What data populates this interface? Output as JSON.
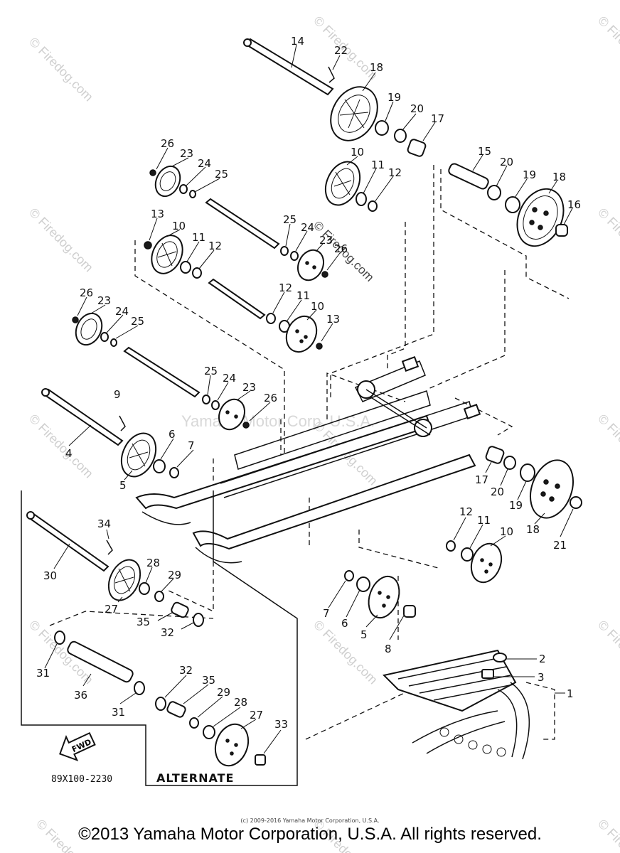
{
  "watermark": {
    "brand": "© Firedog.com",
    "center": "Yamaha Motor Corp. U.S.A."
  },
  "diagram": {
    "drawing_code": "89X100-2230",
    "alternate_label": "ALTERNATE",
    "fwd_label": "FWD",
    "callouts": [
      {
        "id": "c14",
        "text": "14"
      },
      {
        "id": "c22",
        "text": "22"
      },
      {
        "id": "c18a",
        "text": "18"
      },
      {
        "id": "c19a",
        "text": "19"
      },
      {
        "id": "c20a",
        "text": "20"
      },
      {
        "id": "c17a",
        "text": "17"
      },
      {
        "id": "c15",
        "text": "15"
      },
      {
        "id": "c20b",
        "text": "20"
      },
      {
        "id": "c19b",
        "text": "19"
      },
      {
        "id": "c18b",
        "text": "18"
      },
      {
        "id": "c16",
        "text": "16"
      },
      {
        "id": "c26a",
        "text": "26"
      },
      {
        "id": "c23a",
        "text": "23"
      },
      {
        "id": "c24a",
        "text": "24"
      },
      {
        "id": "c25a",
        "text": "25"
      },
      {
        "id": "c10a",
        "text": "10"
      },
      {
        "id": "c11a",
        "text": "11"
      },
      {
        "id": "c12a",
        "text": "12"
      },
      {
        "id": "c13a",
        "text": "13"
      },
      {
        "id": "c10b",
        "text": "10"
      },
      {
        "id": "c11b",
        "text": "11"
      },
      {
        "id": "c12b",
        "text": "12"
      },
      {
        "id": "c25b",
        "text": "25"
      },
      {
        "id": "c24b",
        "text": "24"
      },
      {
        "id": "c23b",
        "text": "23"
      },
      {
        "id": "c26b",
        "text": "26"
      },
      {
        "id": "c12c",
        "text": "12"
      },
      {
        "id": "c11c",
        "text": "11"
      },
      {
        "id": "c10c",
        "text": "10"
      },
      {
        "id": "c13b",
        "text": "13"
      },
      {
        "id": "c26c",
        "text": "26"
      },
      {
        "id": "c23c",
        "text": "23"
      },
      {
        "id": "c24c",
        "text": "24"
      },
      {
        "id": "c25c",
        "text": "25"
      },
      {
        "id": "c25d",
        "text": "25"
      },
      {
        "id": "c24d",
        "text": "24"
      },
      {
        "id": "c23d",
        "text": "23"
      },
      {
        "id": "c26d",
        "text": "26"
      },
      {
        "id": "c9",
        "text": "9"
      },
      {
        "id": "c4",
        "text": "4"
      },
      {
        "id": "c6a",
        "text": "6"
      },
      {
        "id": "c7a",
        "text": "7"
      },
      {
        "id": "c5a",
        "text": "5"
      },
      {
        "id": "c17b",
        "text": "17"
      },
      {
        "id": "c20c",
        "text": "20"
      },
      {
        "id": "c19c",
        "text": "19"
      },
      {
        "id": "c18c",
        "text": "18"
      },
      {
        "id": "c21",
        "text": "21"
      },
      {
        "id": "c12d",
        "text": "12"
      },
      {
        "id": "c11d",
        "text": "11"
      },
      {
        "id": "c10d",
        "text": "10"
      },
      {
        "id": "c34",
        "text": "34"
      },
      {
        "id": "c30",
        "text": "30"
      },
      {
        "id": "c28a",
        "text": "28"
      },
      {
        "id": "c29a",
        "text": "29"
      },
      {
        "id": "c27a",
        "text": "27"
      },
      {
        "id": "c35a",
        "text": "35"
      },
      {
        "id": "c32a",
        "text": "32"
      },
      {
        "id": "c7b",
        "text": "7"
      },
      {
        "id": "c6b",
        "text": "6"
      },
      {
        "id": "c5b",
        "text": "5"
      },
      {
        "id": "c8",
        "text": "8"
      },
      {
        "id": "c31a",
        "text": "31"
      },
      {
        "id": "c36",
        "text": "36"
      },
      {
        "id": "c31b",
        "text": "31"
      },
      {
        "id": "c32b",
        "text": "32"
      },
      {
        "id": "c35b",
        "text": "35"
      },
      {
        "id": "c29b",
        "text": "29"
      },
      {
        "id": "c28b",
        "text": "28"
      },
      {
        "id": "c27b",
        "text": "27"
      },
      {
        "id": "c33",
        "text": "33"
      },
      {
        "id": "c2",
        "text": "2"
      },
      {
        "id": "c3",
        "text": "3"
      },
      {
        "id": "c1",
        "text": "1"
      }
    ]
  },
  "footer": {
    "small_copyright": "(c) 2009-2016 Yamaha Motor Corporation, U.S.A.",
    "copyright": "©2013 Yamaha Motor Corporation, U.S.A. All rights reserved."
  }
}
